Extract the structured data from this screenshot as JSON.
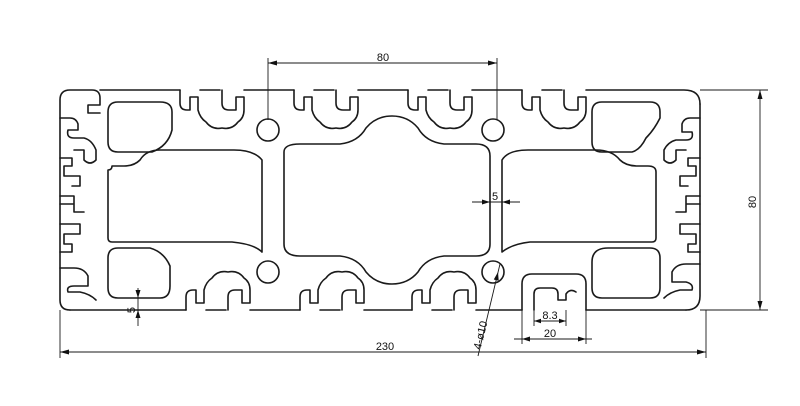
{
  "dimensions": {
    "top_width": "80",
    "right_height": "80",
    "overall_width": "230",
    "web_thickness": "5",
    "wall_thickness": "5",
    "holes": "4-ø10",
    "slot_opening": "8.3",
    "slot_pitch": "20"
  }
}
